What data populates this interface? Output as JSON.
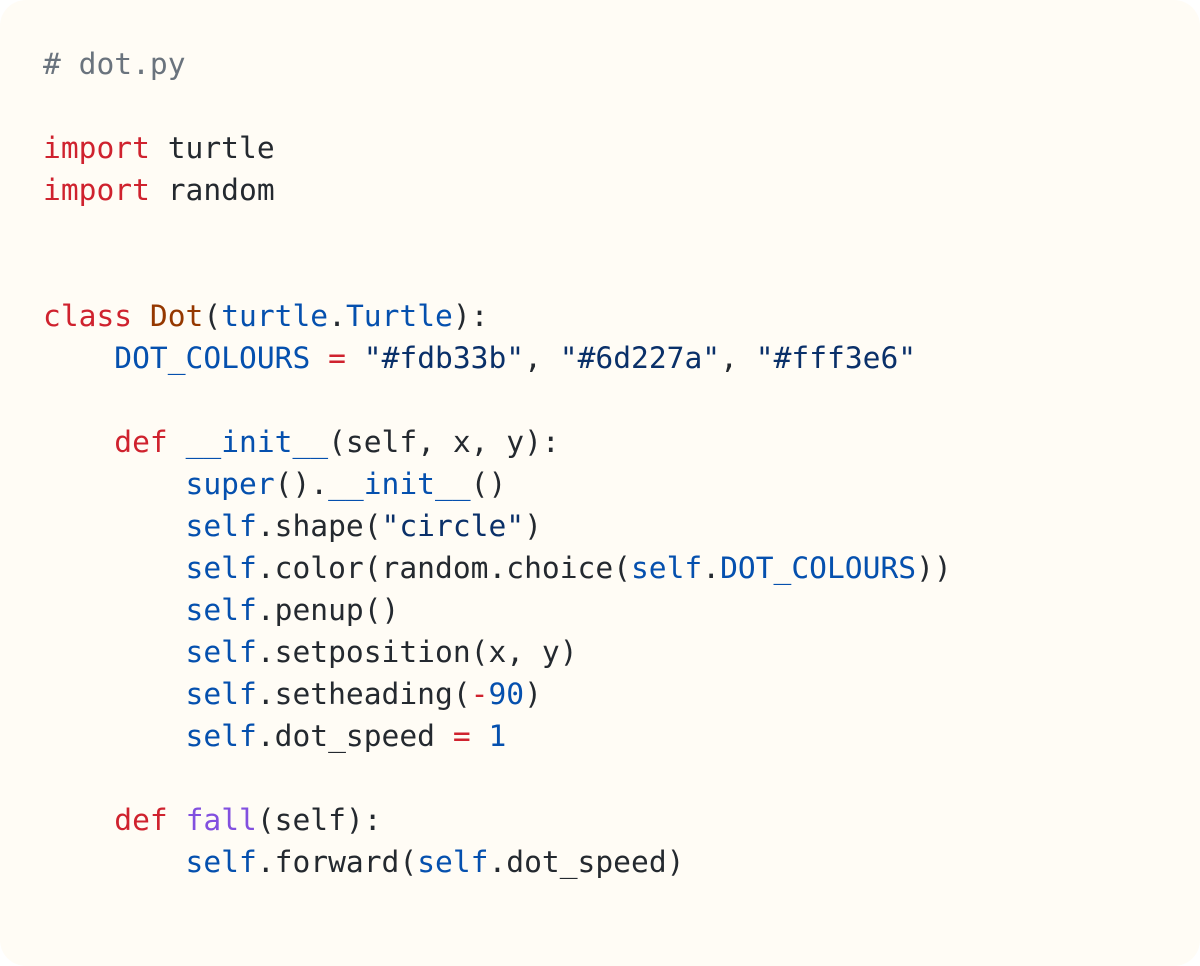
{
  "file": {
    "comment": "# dot.py"
  },
  "colors": {
    "background": "#fffcf5",
    "keyword": "#cf222e",
    "class_name": "#953800",
    "builtin": "#0550ae",
    "string": "#0a3069",
    "function": "#8250df",
    "comment": "#6a737d",
    "text": "#24292f"
  },
  "code": {
    "l1": {
      "comment": "# dot.py"
    },
    "l3": {
      "kw": "import",
      "sp": " ",
      "mod": "turtle"
    },
    "l4": {
      "kw": "import",
      "sp": " ",
      "mod": "random"
    },
    "l7": {
      "kw": "class",
      "sp": " ",
      "name": "Dot",
      "p1": "(",
      "base1": "turtle",
      "dot": ".",
      "base2": "Turtle",
      "p2": "):"
    },
    "l8": {
      "indent": "    ",
      "const": "DOT_COLOURS",
      "sp1": " ",
      "eq": "=",
      "sp2": " ",
      "s1": "\"#fdb33b\"",
      "c1": ", ",
      "s2": "\"#6d227a\"",
      "c2": ", ",
      "s3": "\"#fff3e6\""
    },
    "l10": {
      "indent": "    ",
      "kw": "def",
      "sp": " ",
      "name": "__init__",
      "args": "(self, x, y):"
    },
    "l11": {
      "indent": "        ",
      "super": "super",
      "p": "().",
      "init": "__init__",
      "end": "()"
    },
    "l12": {
      "indent": "        ",
      "self": "self",
      "rest1": ".shape(",
      "str": "\"circle\"",
      "rest2": ")"
    },
    "l13": {
      "indent": "        ",
      "self": "self",
      "rest1": ".color(random.choice(",
      "self2": "self",
      "dot": ".",
      "const": "DOT_COLOURS",
      "rest2": "))"
    },
    "l14": {
      "indent": "        ",
      "self": "self",
      "rest": ".penup()"
    },
    "l15": {
      "indent": "        ",
      "self": "self",
      "rest": ".setposition(x, y)"
    },
    "l16": {
      "indent": "        ",
      "self": "self",
      "rest1": ".setheading(",
      "minus": "-",
      "num": "90",
      "rest2": ")"
    },
    "l17": {
      "indent": "        ",
      "self": "self",
      "rest": ".dot_speed ",
      "eq": "=",
      "sp": " ",
      "num": "1"
    },
    "l19": {
      "indent": "    ",
      "kw": "def",
      "sp": " ",
      "name": "fall",
      "args": "(self):"
    },
    "l20": {
      "indent": "        ",
      "self": "self",
      "rest1": ".forward(",
      "self2": "self",
      "rest2": ".dot_speed)"
    }
  }
}
